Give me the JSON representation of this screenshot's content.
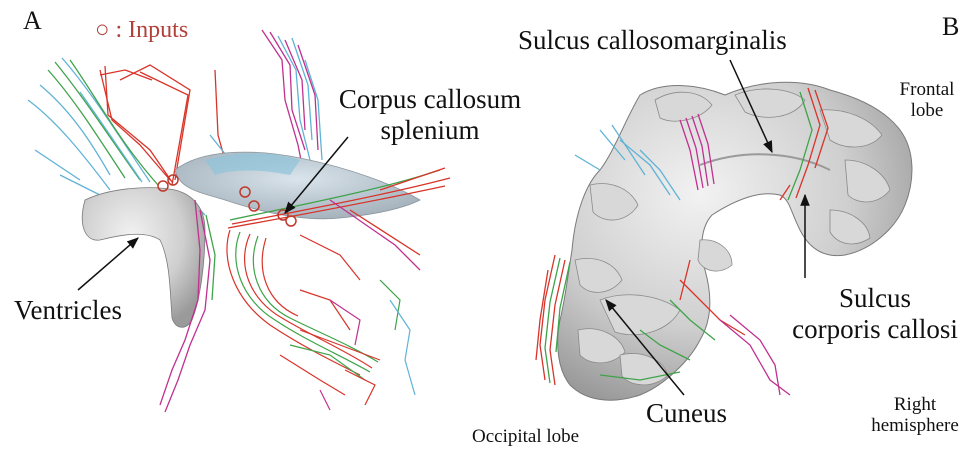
{
  "panel_a": {
    "letter": "A",
    "legend": "○ : Inputs",
    "labels": {
      "corpus_line1": "Corpus callosum",
      "corpus_line2": "splenium",
      "ventricles": "Ventricles"
    }
  },
  "panel_b": {
    "letter": "B",
    "labels": {
      "sulcus_callosomarginalis": "Sulcus callosomarginalis",
      "frontal_line1": "Frontal",
      "frontal_line2": "lobe",
      "sulcus_corporis_line1": "Sulcus",
      "sulcus_corporis_line2": "corporis callosi",
      "cuneus": "Cuneus",
      "occipital": "Occipital lobe",
      "right_line1": "Right",
      "right_line2": "hemisphere"
    }
  },
  "colors": {
    "tract_red": "#d8342a",
    "tract_green": "#3fa34a",
    "tract_cyan": "#5fb3d6",
    "tract_magenta": "#c0308f",
    "structure_gray": "#cfcfcf",
    "input_marker": "#c0392b"
  }
}
